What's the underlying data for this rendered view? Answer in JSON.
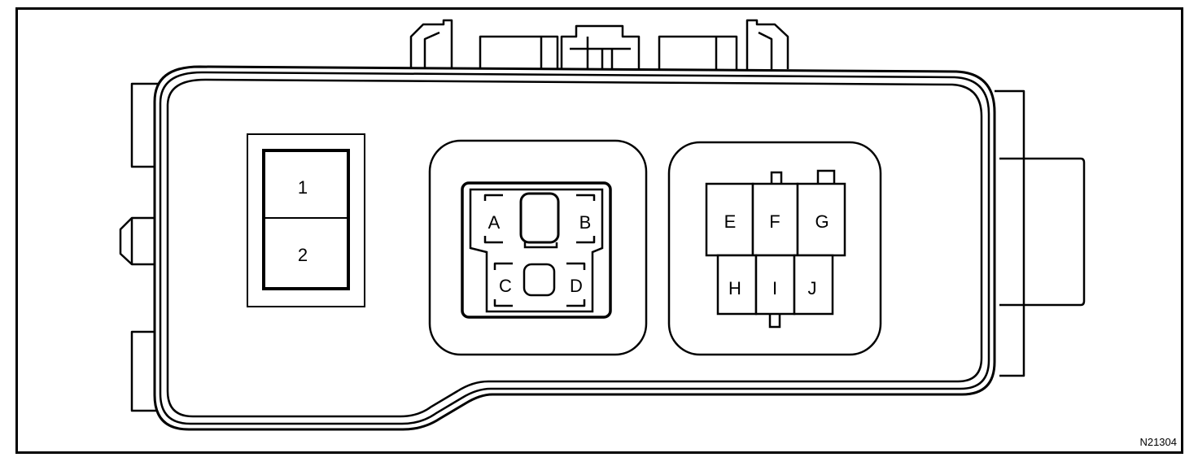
{
  "figure": {
    "reference_code": "N21304"
  },
  "fuse_block": {
    "cavities": [
      "1",
      "2"
    ]
  },
  "connector_left": {
    "terminals": [
      "A",
      "B",
      "C",
      "D"
    ]
  },
  "connector_right": {
    "terminals": [
      "E",
      "F",
      "G",
      "H",
      "I",
      "J"
    ]
  }
}
